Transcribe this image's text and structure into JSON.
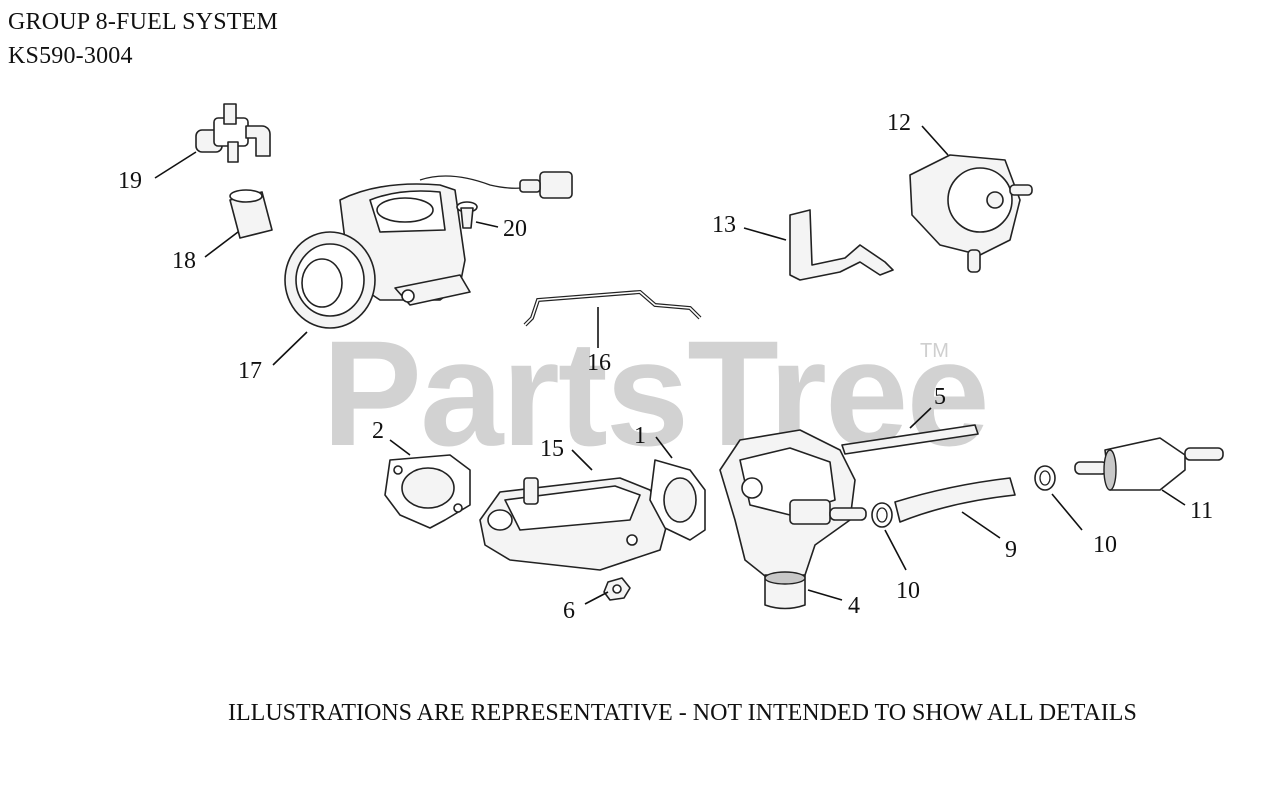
{
  "header": {
    "title_line1": "GROUP 8-FUEL SYSTEM",
    "title_line2": "KS590-3004"
  },
  "watermark": {
    "text": "PartsTree",
    "trademark": "TM"
  },
  "footer": {
    "note": "ILLUSTRATIONS ARE REPRESENTATIVE - NOT INTENDED TO SHOW ALL DETAILS"
  },
  "callouts": [
    {
      "label": "19"
    },
    {
      "label": "18"
    },
    {
      "label": "20"
    },
    {
      "label": "17"
    },
    {
      "label": "16"
    },
    {
      "label": "13"
    },
    {
      "label": "12"
    },
    {
      "label": "5"
    },
    {
      "label": "2"
    },
    {
      "label": "15"
    },
    {
      "label": "1"
    },
    {
      "label": "11"
    },
    {
      "label": "10"
    },
    {
      "label": "9"
    },
    {
      "label": "10"
    },
    {
      "label": "6"
    },
    {
      "label": "4"
    }
  ]
}
